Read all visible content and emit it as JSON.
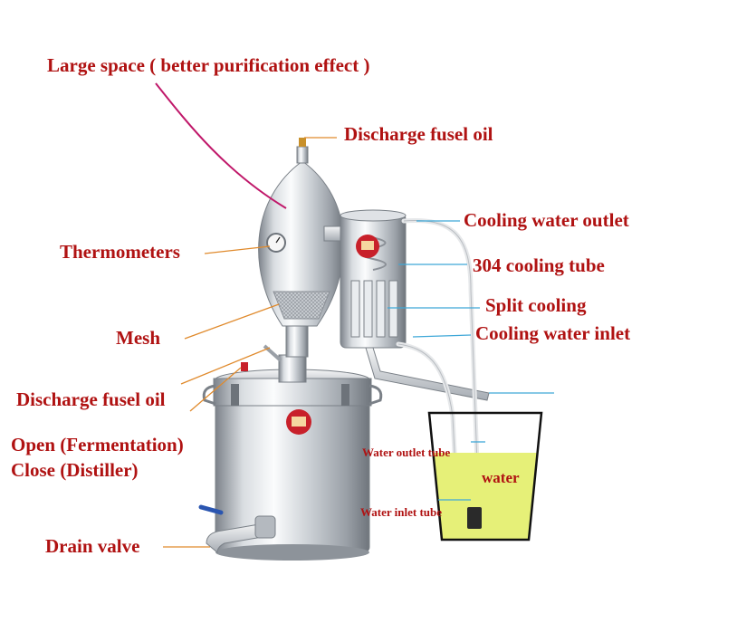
{
  "labels": {
    "large_space": "Large space ( better purification effect )",
    "discharge_top": "Discharge fusel oil",
    "cooling_outlet": "Cooling water outlet",
    "thermometers": "Thermometers",
    "cooling_tube": "304 cooling tube",
    "split_cooling": "Split cooling",
    "mesh": "Mesh",
    "cooling_inlet": "Cooling water inlet",
    "discharge_left": "Discharge fusel oil",
    "open": "Open (Fermentation)",
    "close": "Close (Distiller)",
    "water_outlet_tube": "Water outlet tube",
    "water": "water",
    "water_inlet_tube": "Water inlet tube",
    "drain_valve": "Drain valve"
  },
  "colors": {
    "label_text": "#b01212",
    "leader_orange": "#e08a2c",
    "leader_magenta": "#c0186a",
    "leader_blue": "#3fa8d8",
    "water_fill": "#e6f078",
    "steel_light": "#eef0f2",
    "steel_dark": "#8a9098"
  }
}
